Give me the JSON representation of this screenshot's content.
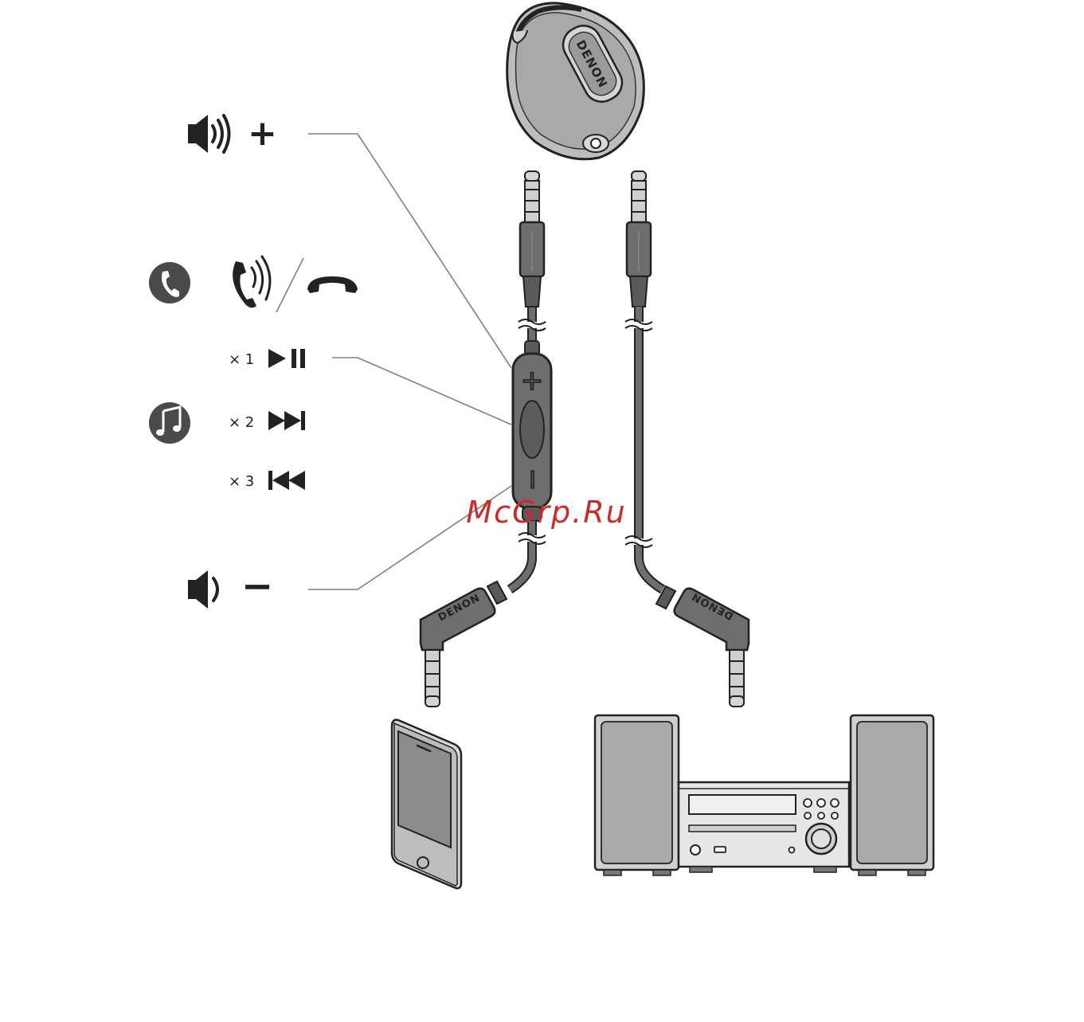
{
  "colors": {
    "ink": "#222222",
    "cable_dark": "#555555",
    "cable_mid": "#6e6e6e",
    "body_gray": "#9a9a9a",
    "light_gray": "#bdbdbd",
    "leader": "#808080",
    "watermark": "#cc2a2a"
  },
  "icons": {
    "volume_up": "speaker-loud-icon",
    "volume_down": "speaker-quiet-icon",
    "phone_mode": "phone-icon",
    "music_mode": "music-note-icon",
    "incoming_call": "ringing-phone-icon",
    "hang_up": "hang-up-icon",
    "play_pause": "play-pause-icon",
    "next_track": "next-track-icon",
    "previous_track": "previous-track-icon"
  },
  "controls": {
    "volume_up_sign": "+",
    "volume_down_sign": "−",
    "press_1": "× 1",
    "press_2": "× 2",
    "press_3": "× 3",
    "remote_plus": "+",
    "remote_minus": "−"
  },
  "brand": {
    "receiver": "DENON",
    "plug_left": "DENON",
    "plug_right": "DENON"
  },
  "watermark": "McGrp.Ru"
}
